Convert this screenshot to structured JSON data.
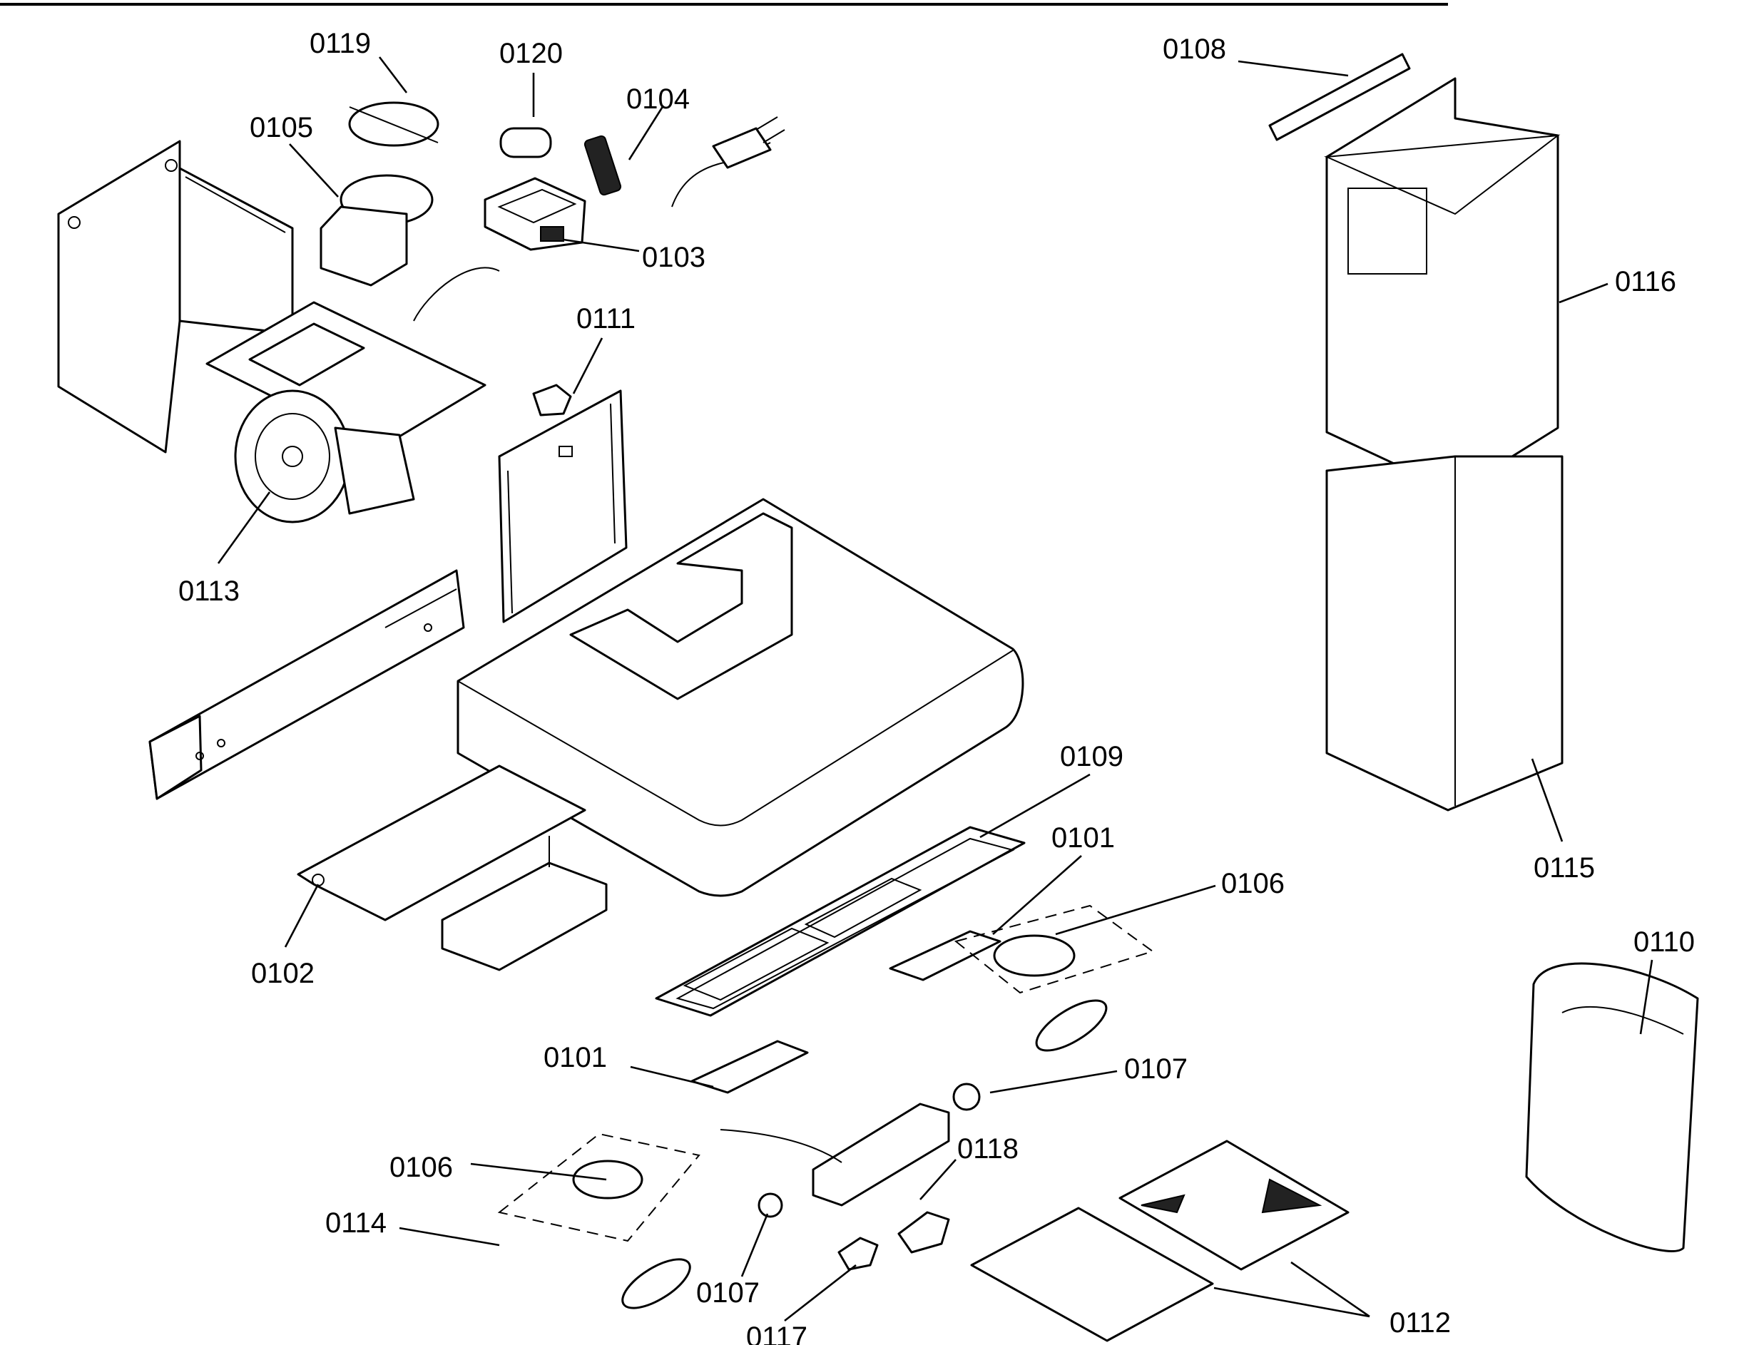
{
  "diagram": {
    "labels": {
      "p0101a": "0101",
      "p0101b": "0101",
      "p0102": "0102",
      "p0103": "0103",
      "p0104": "0104",
      "p0105": "0105",
      "p0106a": "0106",
      "p0106b": "0106",
      "p0107a": "0107",
      "p0107b": "0107",
      "p0108": "0108",
      "p0109": "0109",
      "p0110": "0110",
      "p0111": "0111",
      "p0112": "0112",
      "p0113": "0113",
      "p0114": "0114",
      "p0115": "0115",
      "p0116": "0116",
      "p0117": "0117",
      "p0118": "0118",
      "p0119": "0119",
      "p0120": "0120"
    }
  }
}
